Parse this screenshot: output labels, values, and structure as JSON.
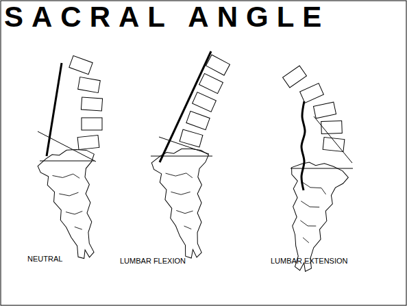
{
  "diagram": {
    "title": "SACRAL ANGLE",
    "labels": [
      "NEUTRAL",
      "LUMBAR FLEXION",
      "LUMBAR EXTENSION"
    ]
  }
}
